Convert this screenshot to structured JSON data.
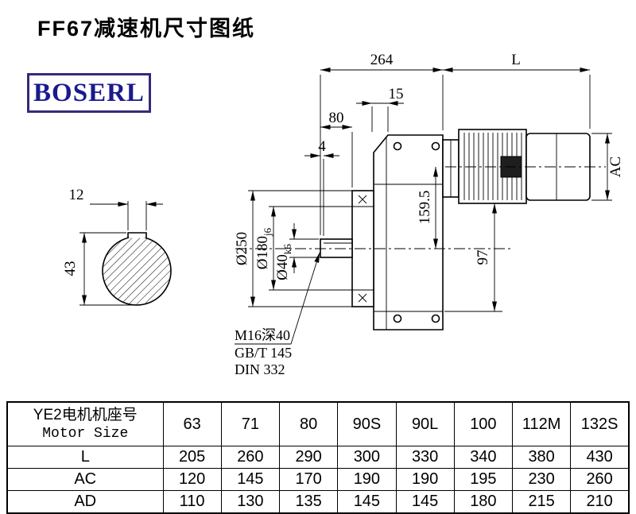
{
  "page": {
    "title": "FF67减速机尺寸图纸",
    "brand": "BOSERL"
  },
  "drawing": {
    "dims": {
      "top_width": "264",
      "motor_length": "L",
      "flange_offset": "15",
      "shaft_length": "80",
      "key_offset": "4",
      "motor_diameter": "AC",
      "key_width": "12",
      "key_height": "43",
      "flange_od": "Ø250",
      "spigot_d": "Ø180",
      "spigot_tol": "j6",
      "shaft_d": "Ø40",
      "shaft_tol": "k6",
      "axis_height": "159.5",
      "base_height": "97"
    },
    "notes": {
      "tap": "M16深40",
      "std1": "GB/T 145",
      "std2": "DIN 332"
    }
  },
  "table": {
    "header_cn": "YE2电机机座号",
    "header_en": "Motor Size",
    "sizes": [
      "63",
      "71",
      "80",
      "90S",
      "90L",
      "100",
      "112M",
      "132S"
    ],
    "rows": [
      {
        "label": "L",
        "values": [
          "205",
          "260",
          "290",
          "300",
          "330",
          "340",
          "380",
          "430"
        ]
      },
      {
        "label": "AC",
        "values": [
          "120",
          "145",
          "170",
          "190",
          "190",
          "195",
          "230",
          "260"
        ]
      },
      {
        "label": "AD",
        "values": [
          "110",
          "130",
          "135",
          "145",
          "145",
          "180",
          "215",
          "210"
        ]
      }
    ]
  }
}
